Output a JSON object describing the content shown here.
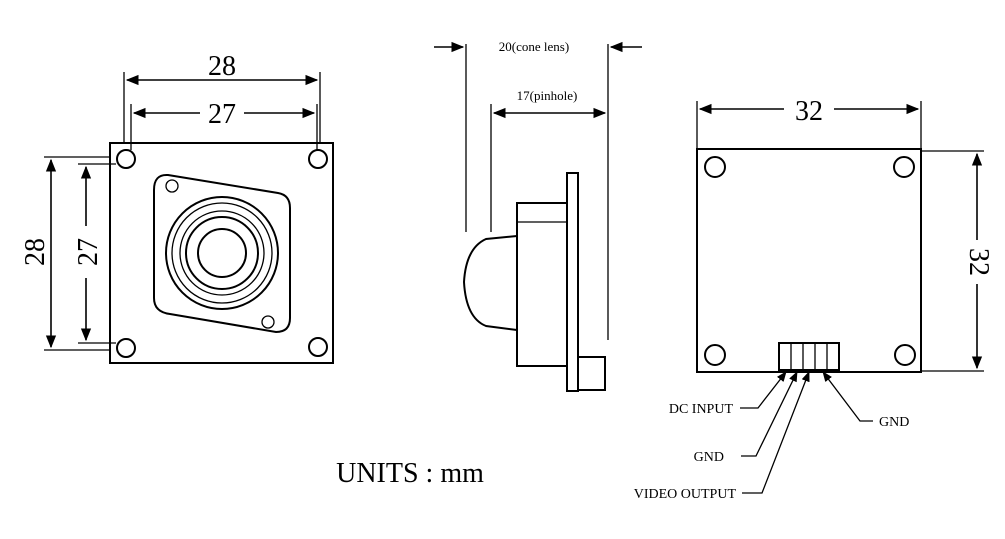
{
  "front_view": {
    "outer_width": "28",
    "hole_pitch_width": "27",
    "outer_height": "28",
    "hole_pitch_height": "27"
  },
  "side_view": {
    "cone_lens_length": "20(cone lens)",
    "pinhole_length": "17(pinhole)"
  },
  "rear_view": {
    "width": "32",
    "height": "32",
    "pins": {
      "dc_input": "DC INPUT",
      "gnd_left": "GND",
      "video_output": "VIDEO OUTPUT",
      "gnd_right": "GND"
    }
  },
  "units_label": "UNITS : mm"
}
